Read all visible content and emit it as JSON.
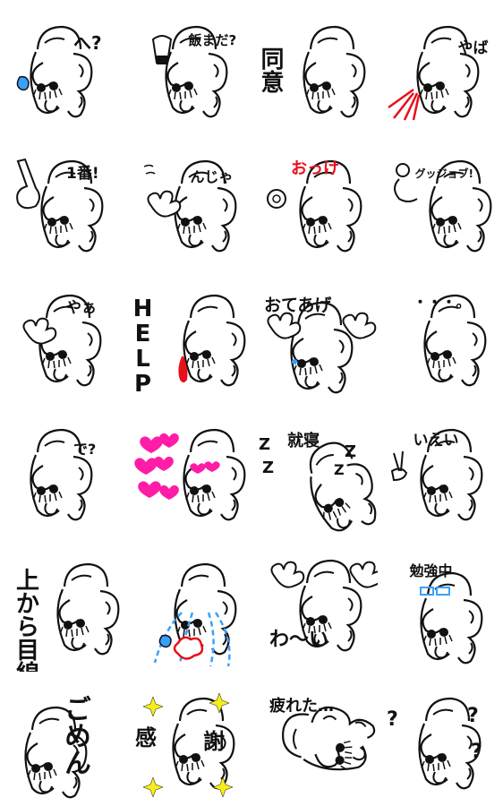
{
  "accent": {
    "blue": "#3aa0ff",
    "red": "#e8101a",
    "pink": "#ff1ca6",
    "yellow": "#f6ee1a",
    "ink": "#111111"
  },
  "stickers": [
    {
      "caption": "へ?"
    },
    {
      "caption": "飯まだ?"
    },
    {
      "caption": "同意"
    },
    {
      "caption": "やば"
    },
    {
      "caption": "1番!"
    },
    {
      "caption": "んじゃ"
    },
    {
      "caption": "おっけ"
    },
    {
      "caption": "グッジョブ!"
    },
    {
      "caption": "やぁ"
    },
    {
      "caption": "HELP"
    },
    {
      "caption": "おてあげ"
    },
    {
      "caption": "・・・。"
    },
    {
      "caption": "で?"
    },
    {
      "caption": ""
    },
    {
      "caption": "就寝"
    },
    {
      "caption": "いえい"
    },
    {
      "caption": "上から目線"
    },
    {
      "caption": ""
    },
    {
      "caption": "わ〜い"
    },
    {
      "caption": "勉強中"
    },
    {
      "caption": "ごめん"
    },
    {
      "caption": "感謝"
    },
    {
      "caption": "疲れた…"
    },
    {
      "caption": "???"
    }
  ]
}
